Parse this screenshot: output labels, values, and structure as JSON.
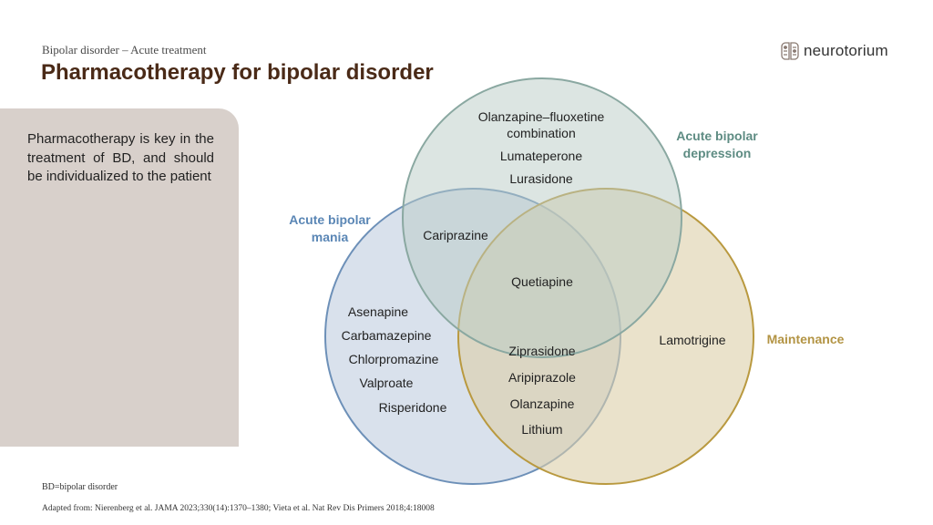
{
  "header": {
    "breadcrumb": "Bipolar disorder – Acute treatment",
    "title": "Pharmacotherapy for bipolar disorder"
  },
  "logo": {
    "text": "neurotorium",
    "icon": "brain-circuit-icon"
  },
  "side_panel": {
    "text": "Pharmacotherapy is key in the treatment of BD, and should be individualized to the patient"
  },
  "venn": {
    "colors": {
      "depression": "#5e8c83",
      "mania": "#5a86b5",
      "maintenance": "#b39444"
    },
    "sets": {
      "depression": {
        "label_line1": "Acute bipolar",
        "label_line2": "depression"
      },
      "mania": {
        "label_line1": "Acute bipolar",
        "label_line2": "mania"
      },
      "maintenance": {
        "label": "Maintenance"
      }
    },
    "regions": {
      "depression_only": [
        "Olanzapine–fluoxetine",
        "combination",
        "Lumateperone",
        "Lurasidone"
      ],
      "mania_depression": [
        "Cariprazine"
      ],
      "all_three": [
        "Quetiapine"
      ],
      "mania_only": [
        "Asenapine",
        "Carbamazepine",
        "Chlorpromazine",
        "Valproate",
        "Risperidone"
      ],
      "mania_maintenance": [
        "Ziprasidone",
        "Aripiprazole",
        "Olanzapine",
        "Lithium"
      ],
      "maintenance_only": [
        "Lamotrigine"
      ]
    }
  },
  "footer": {
    "abbreviation": "BD=bipolar disorder",
    "source": "Adapted from: Nierenberg et al. JAMA 2023;330(14):1370–1380;  Vieta et al. Nat Rev Dis Primers 2018;4:18008"
  }
}
